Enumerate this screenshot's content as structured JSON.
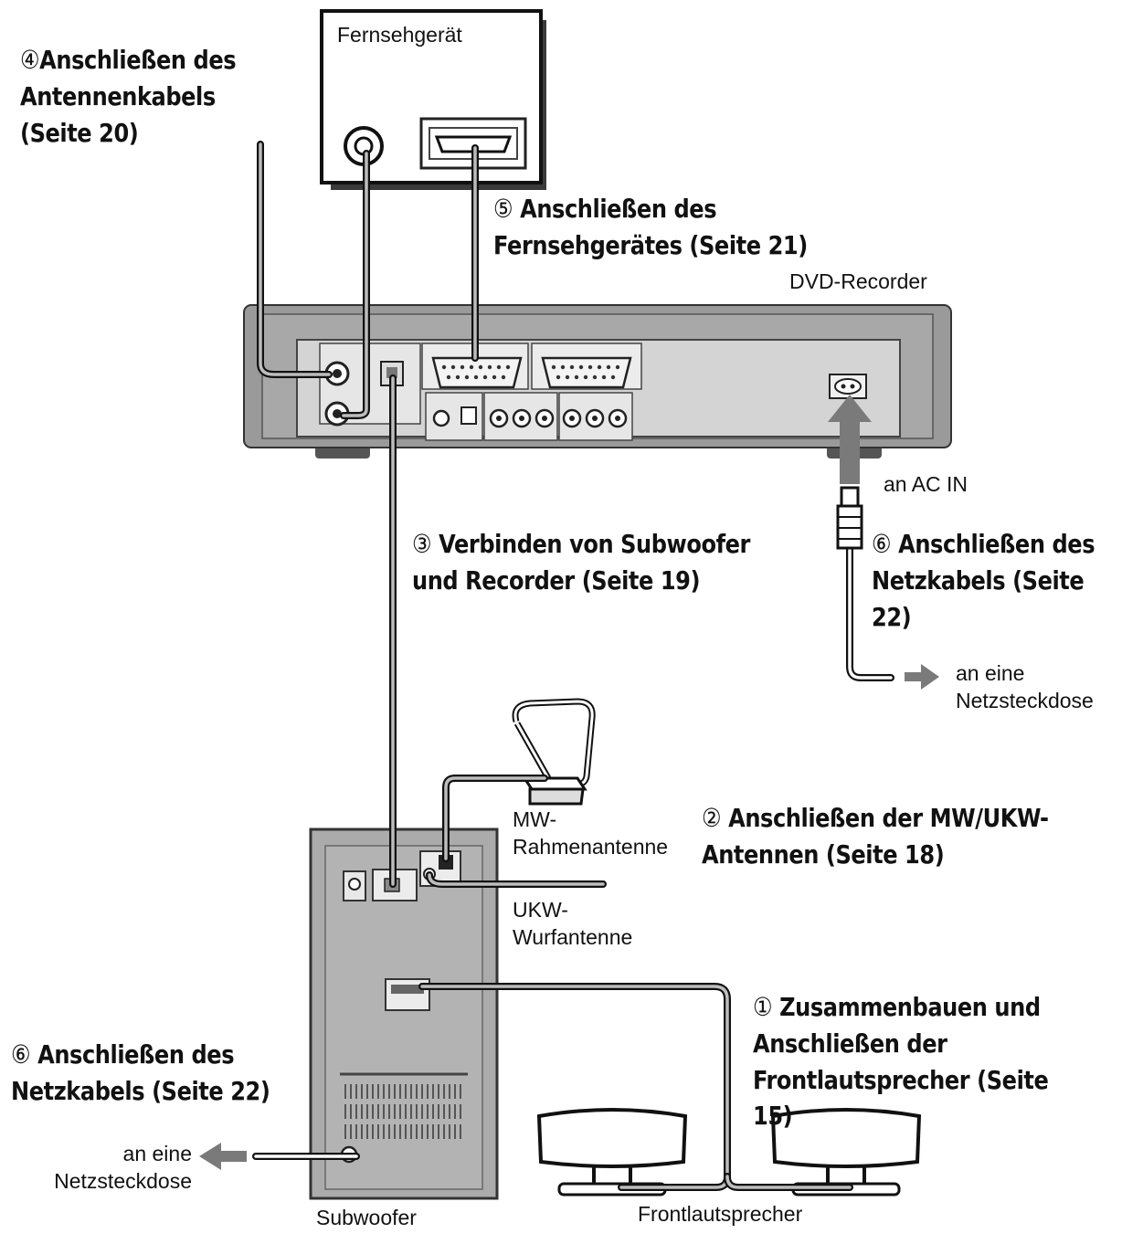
{
  "devices": {
    "tv": "Fernsehgerät",
    "dvd": "DVD-Recorder",
    "subwoofer": "Subwoofer",
    "front_speakers": "Frontlautsprecher"
  },
  "antenna_labels": {
    "mw": "MW-\nRahmenantenne",
    "ukw": "UKW-\nWurfantenne"
  },
  "power_labels": {
    "ac_in": "an AC IN",
    "outlet_right": "an eine\nNetzsteckdose",
    "outlet_left": "an eine\nNetzsteckdose"
  },
  "steps": {
    "s4": {
      "num": "④",
      "text": "Anschließen des\nAntennenkabels\n(Seite 20)"
    },
    "s5": {
      "num": "⑤",
      "text": " Anschließen des\nFernsehgerätes (Seite 21)"
    },
    "s3": {
      "num": "③",
      "text": " Verbinden von Subwoofer\nund Recorder (Seite 19)"
    },
    "s6_right": {
      "num": "⑥",
      "text": " Anschließen des\nNetzkabels (Seite 22)"
    },
    "s2": {
      "num": "②",
      "text": " Anschließen der MW/UKW-\nAntennen (Seite 18)"
    },
    "s1": {
      "num": "①",
      "text": " Zusammenbauen und\nAnschließen der\nFrontlautsprecher (Seite 15)"
    },
    "s6_left": {
      "num": "⑥",
      "text": " Anschließen des\nNetzkabels (Seite 22)"
    }
  }
}
